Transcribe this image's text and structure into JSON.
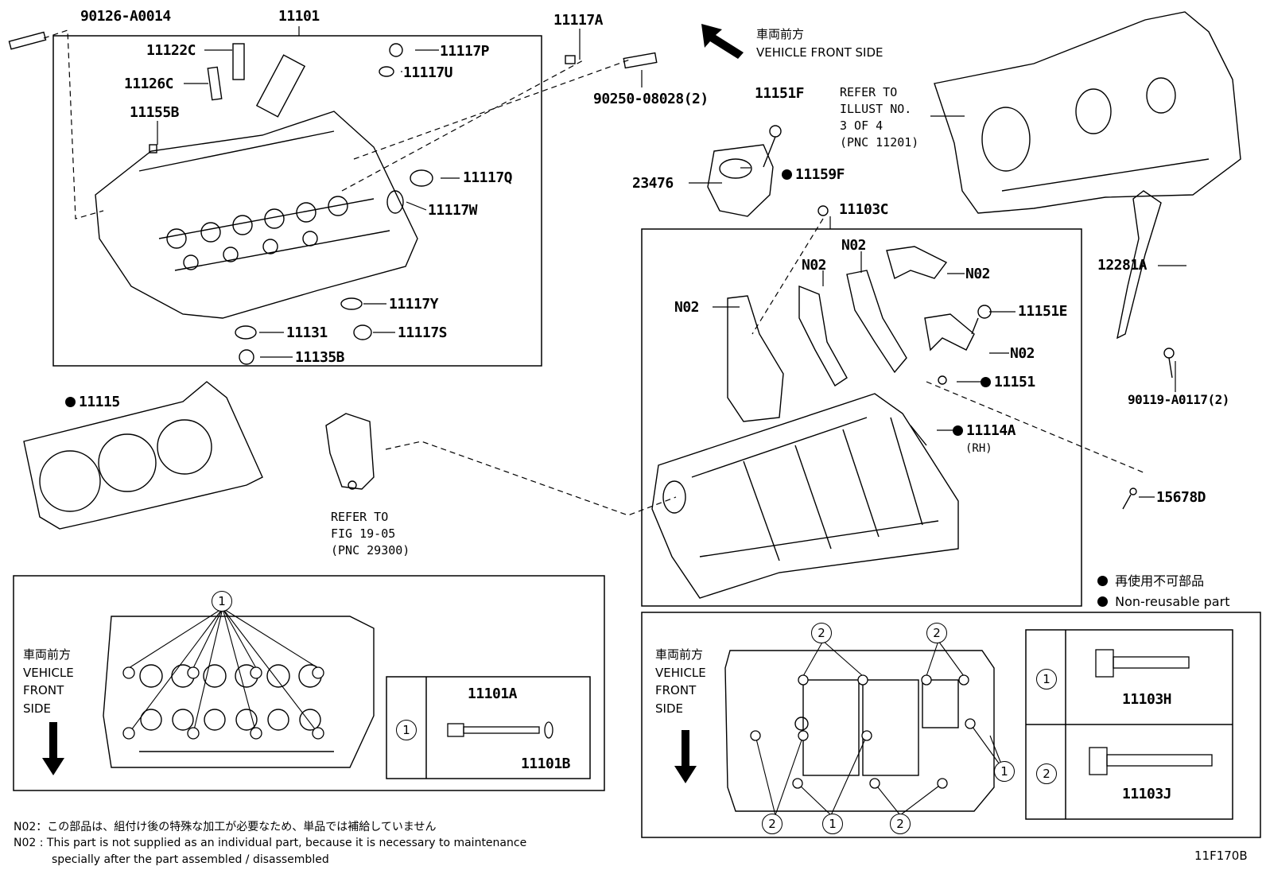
{
  "parts": {
    "p90126": "90126-A0014",
    "p11101": "11101",
    "p11122C": "11122C",
    "p11126C": "11126C",
    "p11155B": "11155B",
    "p11117P": "11117P",
    "p11117U": "11117U",
    "p11117A": "11117A",
    "p90250": "90250-08028(2)",
    "p11117Q": "11117Q",
    "p11117W": "11117W",
    "p11117Y": "11117Y",
    "p11131": "11131",
    "p11117S": "11117S",
    "p11135B": "11135B",
    "p11115": "11115",
    "p11151F": "11151F",
    "p23476": "23476",
    "p11159F": "11159F",
    "p11103C": "11103C",
    "p12281A": "12281A",
    "p11151E": "11151E",
    "p11151": "11151",
    "p11114A": "11114A",
    "p11114A_sub": "(RH)",
    "p90119": "90119-A0117(2)",
    "p15678D": "15678D",
    "p11101A": "11101A",
    "p11101B": "11101B",
    "p11103H": "11103H",
    "p11103J": "11103J",
    "n02": "N02"
  },
  "refs": {
    "illust_l1": "REFER TO",
    "illust_l2": "ILLUST NO.",
    "illust_l3": "3 OF 4",
    "illust_l4": "(PNC 11201)",
    "fig_l1": "REFER TO",
    "fig_l2": "FIG 19-05",
    "fig_l3": "(PNC 29300)"
  },
  "front": {
    "jp": "車両前方",
    "en": "VEHICLE FRONT SIDE",
    "en_l1": "VEHICLE",
    "en_l2": "FRONT",
    "en_l3": "SIDE"
  },
  "legend": {
    "jp": "再使用不可部品",
    "en": "Non-reusable part"
  },
  "callouts": {
    "one": "1",
    "two": "2"
  },
  "footnote": {
    "jp": "N02：この部品は、組付け後の特殊な加工が必要なため、単品では補給していません",
    "en_l1": "N02 : This part is not supplied as an individual part, because it is necessary to maintenance",
    "en_l2": "specially after the part assembled / disassembled"
  },
  "code": "11F170B"
}
